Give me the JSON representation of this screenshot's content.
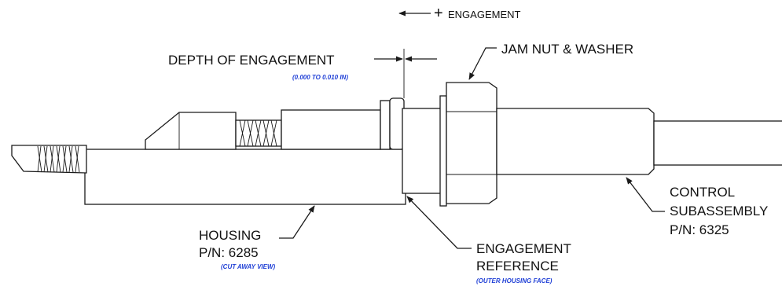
{
  "direction": {
    "sign": "+",
    "label": "ENGAGEMENT"
  },
  "labels": {
    "depth": {
      "title": "DEPTH OF ENGAGEMENT",
      "note": "(0.000 TO 0.010 IN)"
    },
    "jam_nut": {
      "title": "JAM NUT & WASHER"
    },
    "housing": {
      "line1": "HOUSING",
      "line2": "P/N: 6285",
      "note": "(CUT AWAY VIEW)"
    },
    "reference": {
      "line1": "ENGAGEMENT",
      "line2": "REFERENCE",
      "note": "(OUTER HOUSING FACE)"
    },
    "control": {
      "line1": "CONTROL",
      "line2": "SUBASSEMBLY",
      "line3": "P/N: 6325"
    }
  },
  "colors": {
    "line": "#1a1a1a",
    "note": "#1f3fd6",
    "background": "#ffffff"
  }
}
